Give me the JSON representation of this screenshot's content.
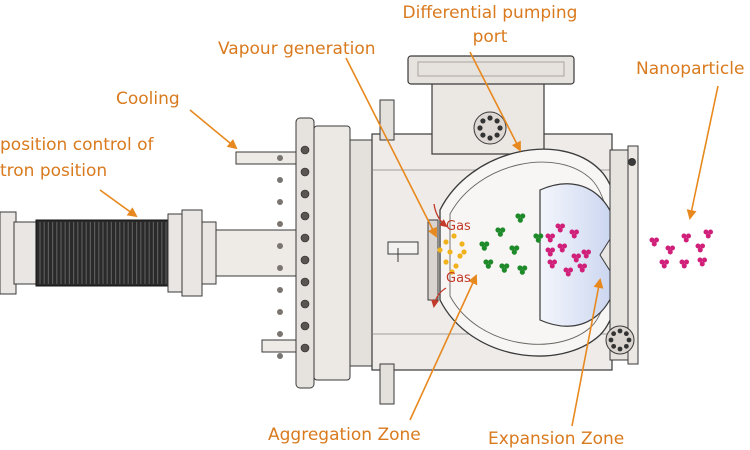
{
  "labels": {
    "pumping_port_line1": "Differential pumping",
    "pumping_port_line2": "port",
    "vapour_generation": "Vapour generation",
    "nanoparticles": "Nanoparticle",
    "cooling": "Cooling",
    "position_control_line1": "position control of",
    "position_control_line2": "tron position",
    "gas_top": "Gas",
    "gas_bottom": "Gas",
    "aggregation_zone": "Aggregation Zone",
    "expansion_zone": "Expansion Zone"
  },
  "colors": {
    "label_text": "#d97a1e",
    "arrow": "#e8891f",
    "gas_text": "#c43a2a",
    "gas_arrow": "#c43a2a",
    "metal": "#e9e6e3",
    "metal_dark": "#bdb8b3",
    "outline": "#3a3a3a",
    "bellows": "#222222",
    "expansion_fill": "#dfe6f6",
    "vapour_dots": "#f2b21b",
    "cluster_green": "#1f8a2a",
    "cluster_magenta": "#d0207a"
  }
}
